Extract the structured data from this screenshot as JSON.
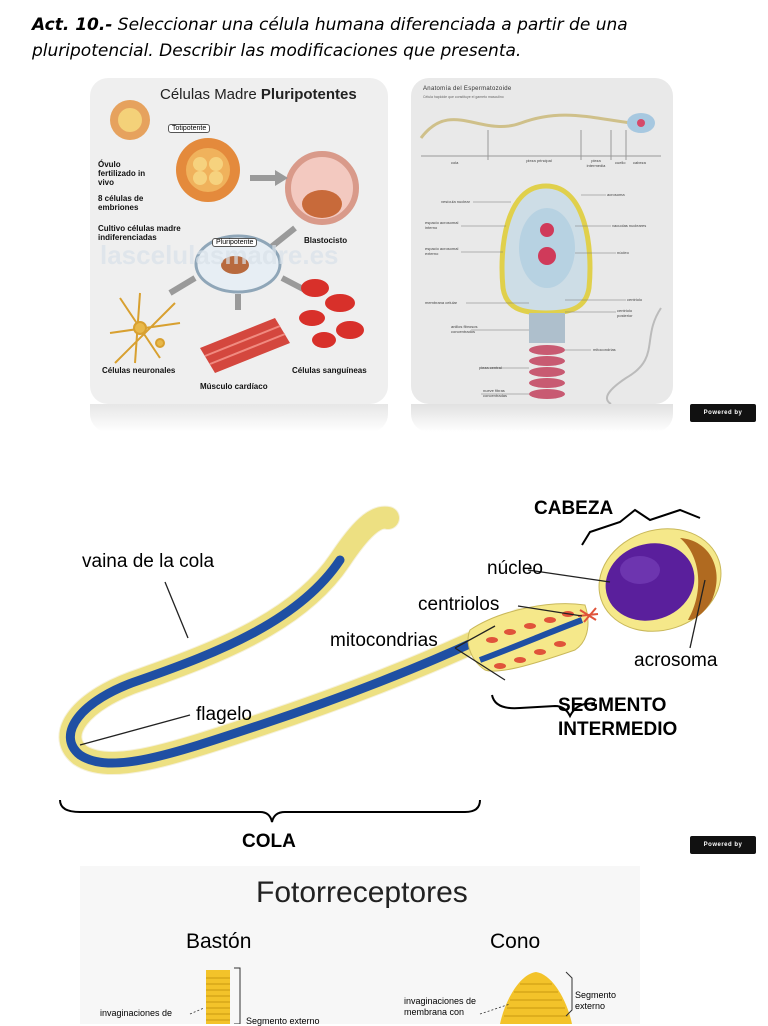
{
  "title": {
    "prefix": "Act. 10.-",
    "text": " Seleccionar una célula humana diferenciada a partir de una pluripotencial. Describir las modificaciones que presenta."
  },
  "stem": {
    "title_regular": "Células Madre ",
    "title_bold": "Pluripotentes",
    "totipotente": "Totipotente",
    "ovulo": "Óvulo fertilizado in vivo",
    "ocho": "8 células de embriones",
    "cultivo": "Cultivo células madre indiferenciadas",
    "pluripotente": "Pluripotente",
    "blastocisto": "Blastocisto",
    "neuronales": "Células neuronales",
    "musculo": "Músculo cardíaco",
    "sanguineas": "Células sanguíneas",
    "watermark": "lascelulasmadre.es"
  },
  "anatomy": {
    "title": "Anatomía del Espermatozoide",
    "subtitle": "Célula haploide que constituye el gameto masculino",
    "segments": [
      "cola",
      "pieza principal",
      "pieza intermedia",
      "cuello",
      "cabeza"
    ],
    "labels_left": [
      "vesícula nuclear",
      "espacio acrosomal interno",
      "espacio acrosomal externo",
      "membrana celular",
      "anillos fibrosos concentrados",
      "pieza central",
      "nueve fibras concentradas"
    ],
    "labels_right": [
      "acrosoma",
      "vacuolas nucleares",
      "núcleo",
      "centriolo",
      "centriolo posterior",
      "mitocondrias"
    ]
  },
  "brand": {
    "text": "Powered by TRAVELBLOG"
  },
  "sperm": {
    "cabeza": "CABEZA",
    "vaina": "vaina de la cola",
    "nucleo": "núcleo",
    "centriolos": "centriolos",
    "mitocondrias": "mitocondrias",
    "acrosoma": "acrosoma",
    "segmento1": "SEGMENTO",
    "segmento2": "INTERMEDIO",
    "flagelo": "flagelo",
    "cola": "COLA"
  },
  "photo": {
    "title": "Fotorreceptores",
    "baston": "Bastón",
    "cono": "Cono",
    "inv_left": "invaginaciones de",
    "seg_ext_left": "Segmento externo",
    "inv_right1": "invaginaciones de",
    "inv_right2": "membrana con",
    "seg_right1": "Segmento",
    "seg_right2": "externo"
  },
  "colors": {
    "yellow": "#f5e88a",
    "blue": "#1f4fa3",
    "nucleus": "#5a1f9c",
    "acrosome": "#b06a20",
    "mito": "#e0533a"
  }
}
